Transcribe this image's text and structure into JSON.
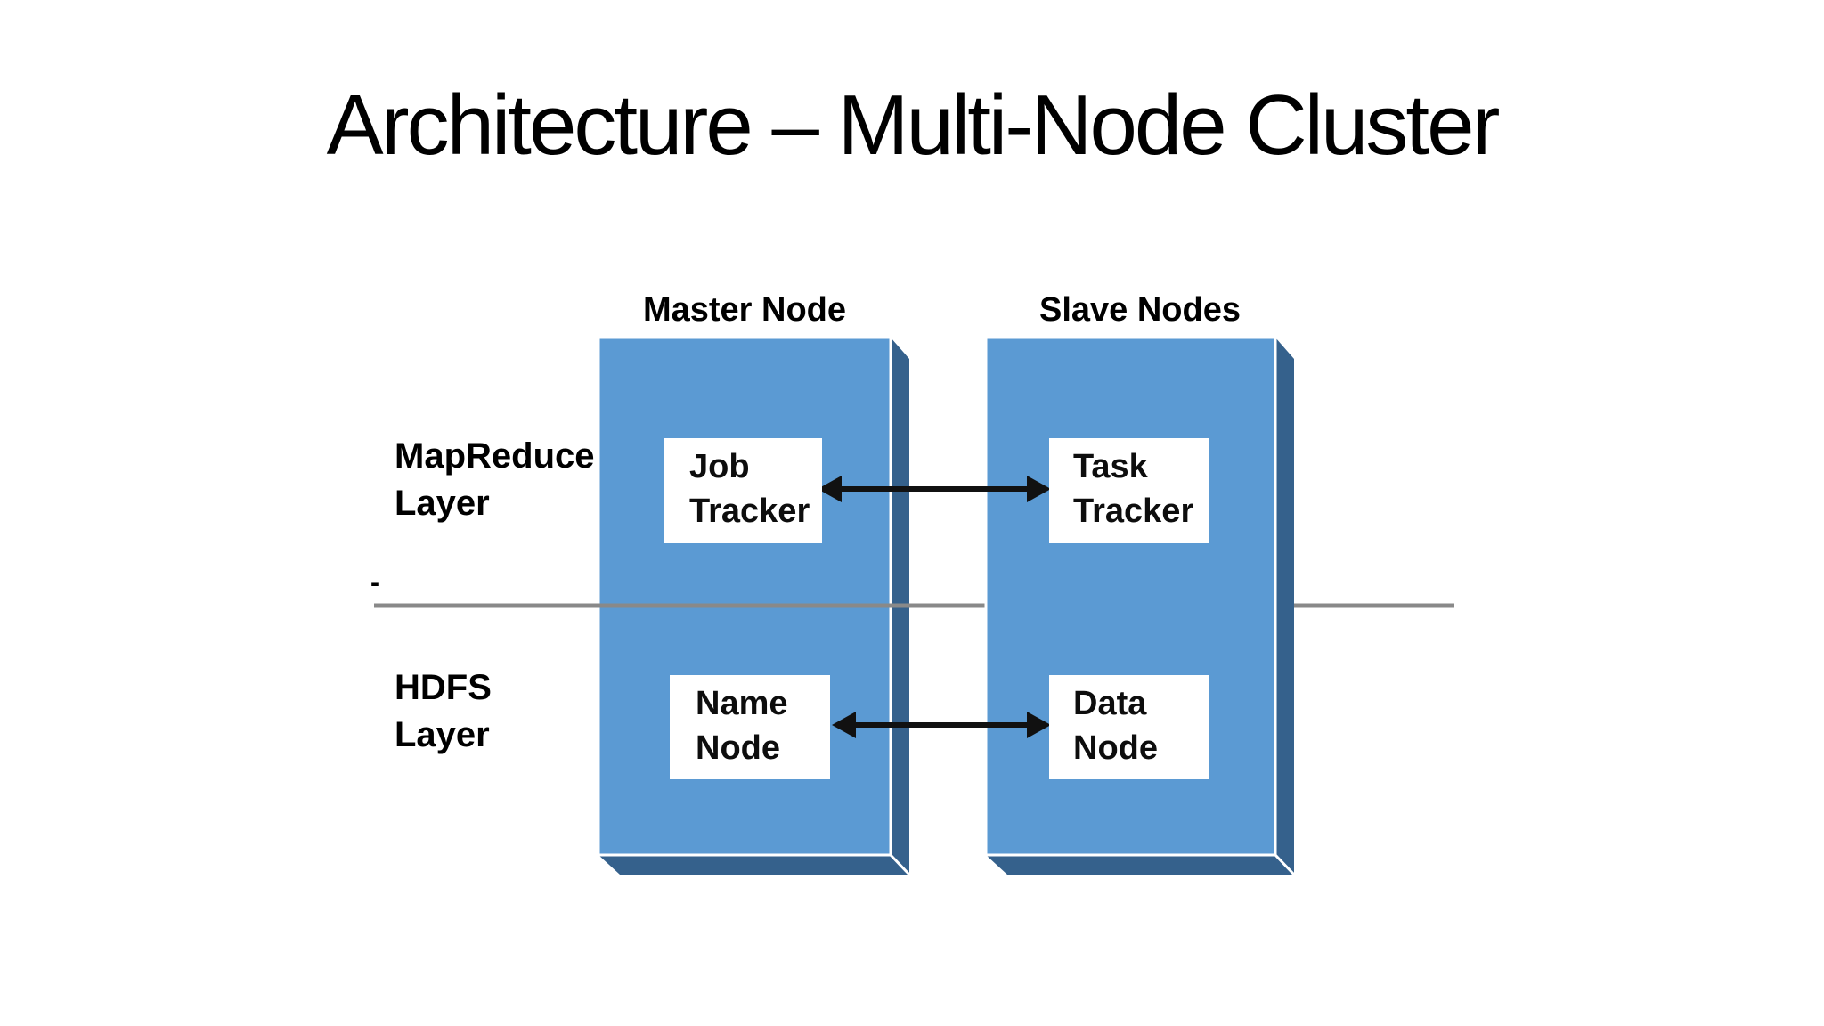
{
  "title": "Architecture – Multi-Node Cluster",
  "columns": {
    "master": {
      "label": "Master Node"
    },
    "slave": {
      "label": "Slave Nodes"
    }
  },
  "layers": {
    "mapreduce": "MapReduce\nLayer",
    "hdfs": "HDFS\nLayer",
    "divider_dash": "-"
  },
  "nodes": {
    "job_tracker": "Job\nTracker",
    "task_tracker": "Task\nTracker",
    "name_node": "Name\nNode",
    "data_node": "Data\nNode"
  },
  "colors": {
    "box_face": "#5b9ad3",
    "box_side": "#35618c",
    "node_box_bg": "#ffffff",
    "divider_line": "#898989",
    "arrow": "#111111",
    "text": "#000000"
  }
}
